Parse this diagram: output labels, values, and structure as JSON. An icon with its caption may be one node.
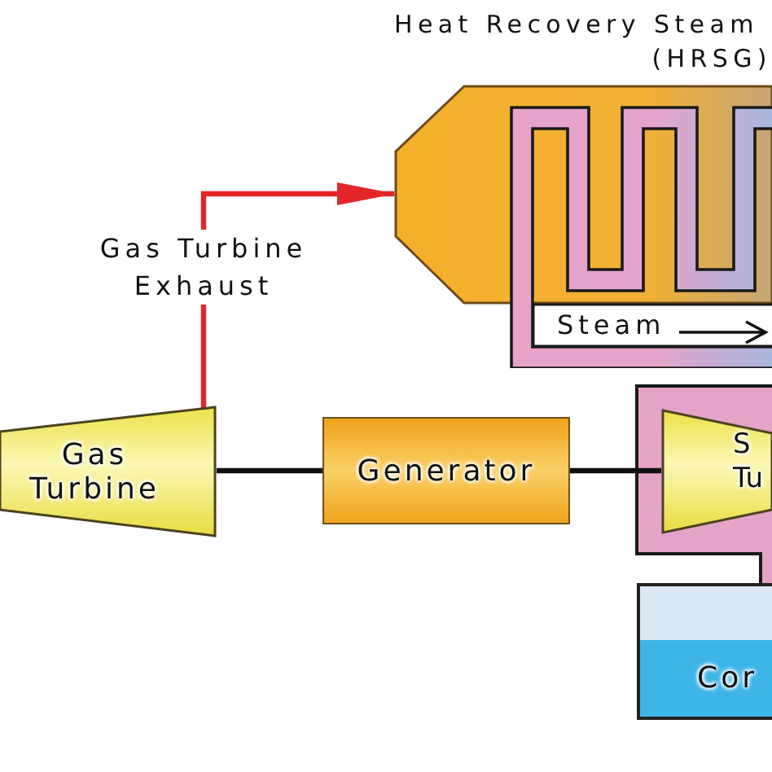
{
  "diagram": {
    "nodes": [
      {
        "text": [
          "Heat Recovery Steam (HRSG)"
        ]
      },
      {
        "text": [
          "Gas Turbine"
        ]
      },
      {
        "text": [
          "Generator"
        ]
      },
      {
        "text": [
          "S Tu"
        ]
      },
      {
        "text": [
          "Cor"
        ]
      }
    ],
    "edges": [
      {
        "from": 1,
        "to": 0,
        "arrow": "to",
        "label": "Gas Turbine Exhaust",
        "color": "#e3262a"
      },
      {
        "from": 1,
        "to": 2,
        "arrow": "none"
      },
      {
        "from": 2,
        "to": 3,
        "arrow": "none"
      }
    ],
    "labels": [
      "Steam"
    ]
  }
}
